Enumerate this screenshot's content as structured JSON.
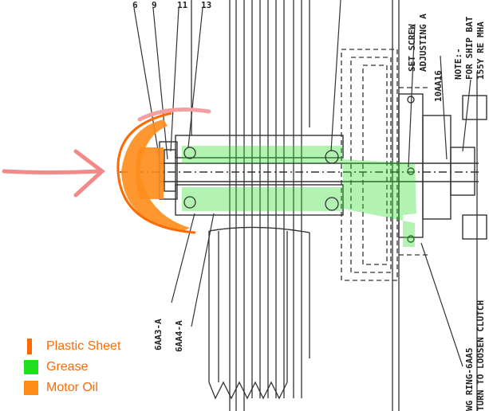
{
  "colors": {
    "plastic_sheet": "#ff6a00",
    "grease": "#22dd22",
    "motor_oil": "#ff8c1a",
    "arrow": "#f28a8a",
    "legend_text": "#ff6a00",
    "ink": "#222222"
  },
  "legend": {
    "items": [
      {
        "label": "Plastic Sheet",
        "shape": "bar",
        "color": "#ff6a00"
      },
      {
        "label": "Grease",
        "shape": "box",
        "color": "#22dd22"
      },
      {
        "label": "Motor Oil",
        "shape": "box",
        "color": "#ff8c1a"
      }
    ]
  },
  "drawing_labels": {
    "part_6aa3a": "6AA3-A",
    "part_6aa4a": "6AA4-A",
    "part_10aa16": "10AA16",
    "note": "NOTE:-",
    "note_line2": "FOR SHIP BAT",
    "note_line3": "155Y RE MHA",
    "set_screw": "SET SCREW",
    "adjusting": "ADJUSTING A",
    "ring": "WG RING-6AA5",
    "turn_to_loosen": "TURN TO LOOSEN CLUTCH",
    "top_6": "6",
    "top_9": "9",
    "top_11": "11",
    "top_13": "13"
  }
}
